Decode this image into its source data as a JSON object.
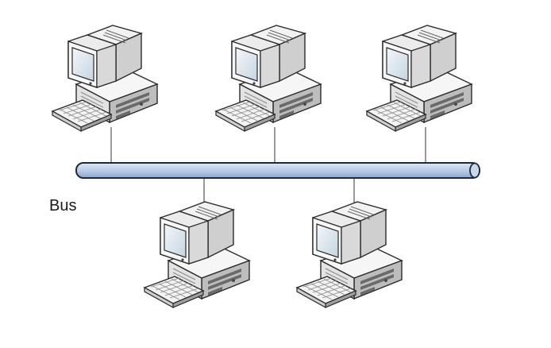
{
  "diagram": {
    "bus_label": "Bus",
    "computers": [
      {
        "id": "pc-1",
        "side": "top",
        "icon": "desktop-computer-icon"
      },
      {
        "id": "pc-2",
        "side": "top",
        "icon": "desktop-computer-icon"
      },
      {
        "id": "pc-3",
        "side": "top",
        "icon": "desktop-computer-icon"
      },
      {
        "id": "pc-4",
        "side": "bottom",
        "icon": "desktop-computer-icon"
      },
      {
        "id": "pc-5",
        "side": "bottom",
        "icon": "desktop-computer-icon"
      }
    ],
    "colors": {
      "bus_fill": "#b9cbe6",
      "bus_stroke": "#1e2a3a",
      "case_light": "#f4f4f4",
      "case_mid": "#d6d6d6",
      "case_dark": "#9a9a9a",
      "screen": "#dce7ef",
      "outline": "#2a2a2a"
    }
  }
}
